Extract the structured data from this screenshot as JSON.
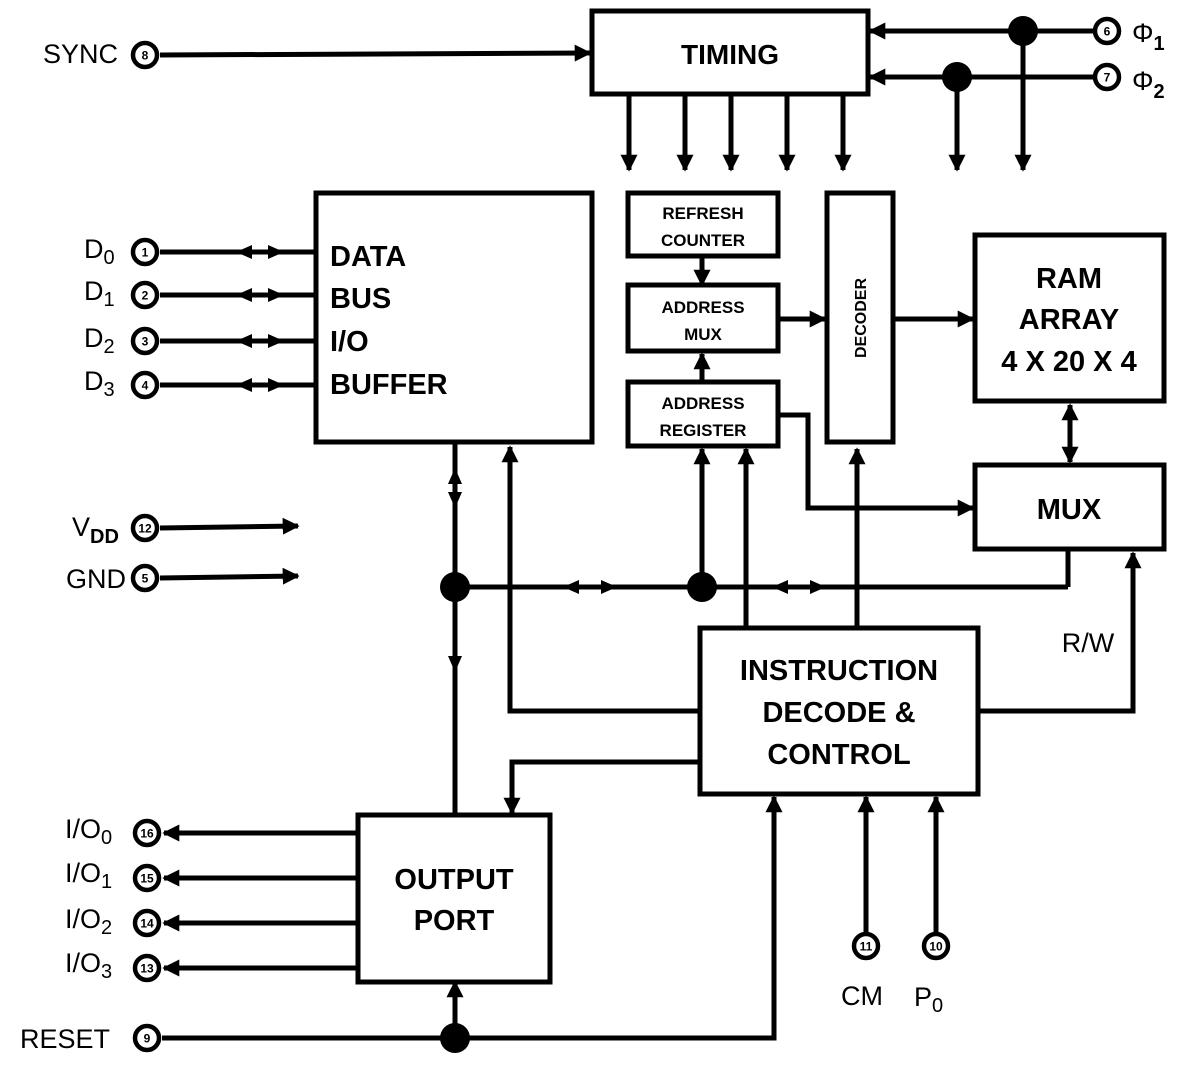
{
  "blocks": {
    "timing": "TIMING",
    "data_bus": [
      "DATA",
      "BUS",
      "I/O",
      "BUFFER"
    ],
    "refresh_counter": [
      "REFRESH",
      "COUNTER"
    ],
    "address_mux": [
      "ADDRESS",
      "MUX"
    ],
    "address_register": [
      "ADDRESS",
      "REGISTER"
    ],
    "decoder": "DECODER",
    "ram_array": [
      "RAM",
      "ARRAY",
      "4 X 20 X 4"
    ],
    "mux": "MUX",
    "instruction": [
      "INSTRUCTION",
      "DECODE &",
      "CONTROL"
    ],
    "output_port": [
      "OUTPUT",
      "PORT"
    ]
  },
  "pins": {
    "sync": {
      "label": "SYNC",
      "num": "8"
    },
    "phi1": {
      "label": "Φ",
      "sub": "1",
      "num": "6"
    },
    "phi2": {
      "label": "Φ",
      "sub": "2",
      "num": "7"
    },
    "d0": {
      "label": "D",
      "sub": "0",
      "num": "1"
    },
    "d1": {
      "label": "D",
      "sub": "1",
      "num": "2"
    },
    "d2": {
      "label": "D",
      "sub": "2",
      "num": "3"
    },
    "d3": {
      "label": "D",
      "sub": "3",
      "num": "4"
    },
    "vdd": {
      "label": "V",
      "sub": "DD",
      "num": "12"
    },
    "gnd": {
      "label": "GND",
      "num": "5"
    },
    "io0": {
      "label": "I/O",
      "sub": "0",
      "num": "16"
    },
    "io1": {
      "label": "I/O",
      "sub": "1",
      "num": "15"
    },
    "io2": {
      "label": "I/O",
      "sub": "2",
      "num": "14"
    },
    "io3": {
      "label": "I/O",
      "sub": "3",
      "num": "13"
    },
    "reset": {
      "label": "RESET",
      "num": "9"
    },
    "cm": {
      "label": "CM",
      "num": "11"
    },
    "p0": {
      "label": "P",
      "sub": "0",
      "num": "10"
    }
  },
  "signals": {
    "rw": "R/W"
  }
}
